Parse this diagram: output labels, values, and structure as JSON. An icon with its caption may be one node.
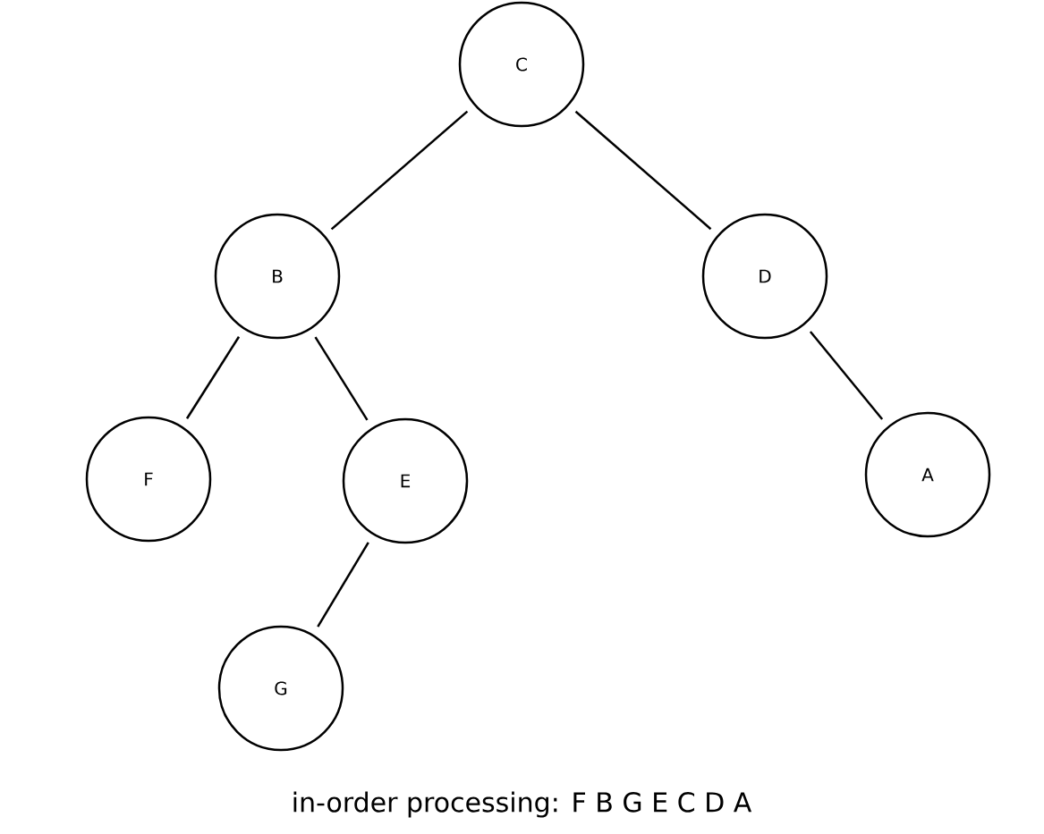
{
  "diagram": {
    "caption": "in-order processing: F B G E C D A",
    "nodes": [
      {
        "text": [
          "C"
        ]
      },
      {
        "text": [
          "B"
        ]
      },
      {
        "text": [
          "D"
        ]
      },
      {
        "text": [
          "F"
        ]
      },
      {
        "text": [
          "E"
        ]
      },
      {
        "text": [
          "A"
        ]
      },
      {
        "text": [
          "G"
        ]
      }
    ],
    "edges": [
      {
        "from": 0,
        "to": 1,
        "arrow": "none"
      },
      {
        "from": 0,
        "to": 2,
        "arrow": "none"
      },
      {
        "from": 1,
        "to": 3,
        "arrow": "none"
      },
      {
        "from": 1,
        "to": 4,
        "arrow": "none"
      },
      {
        "from": 2,
        "to": 5,
        "arrow": "none"
      },
      {
        "from": 4,
        "to": 6,
        "arrow": "none"
      }
    ]
  }
}
